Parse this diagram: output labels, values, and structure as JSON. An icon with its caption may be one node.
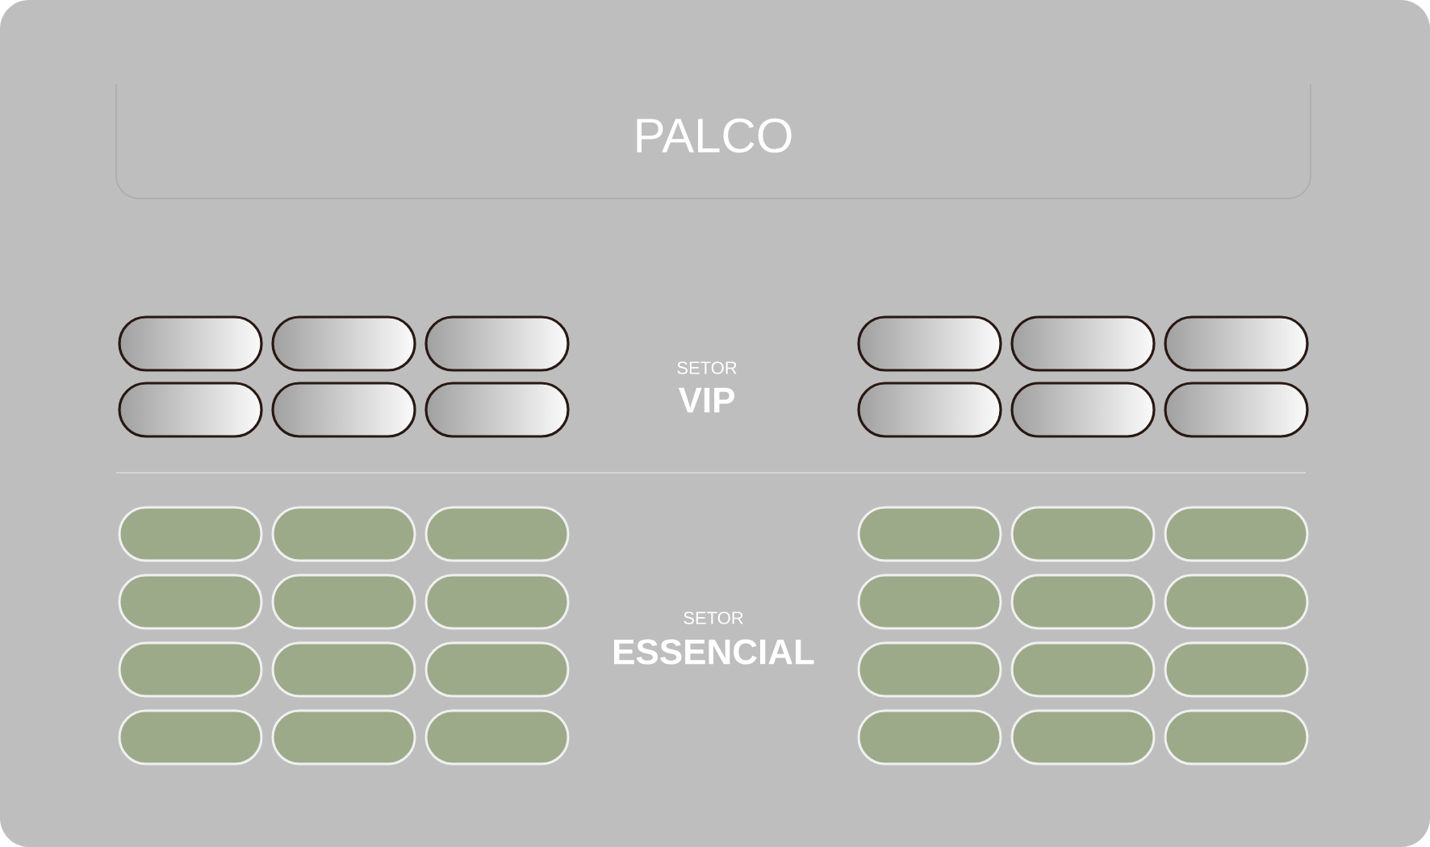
{
  "diagram": {
    "nodes": [
      {
        "text": [
          "PALCO"
        ]
      },
      {
        "text": [],
        "shape": "pill"
      },
      {
        "text": [],
        "shape": "pill"
      },
      {
        "text": [],
        "shape": "pill"
      },
      {
        "text": [],
        "shape": "pill"
      },
      {
        "text": [],
        "shape": "pill"
      },
      {
        "text": [],
        "shape": "pill"
      },
      {
        "text": [],
        "shape": "pill"
      },
      {
        "text": [],
        "shape": "pill"
      },
      {
        "text": [],
        "shape": "pill"
      },
      {
        "text": [],
        "shape": "pill"
      },
      {
        "text": [],
        "shape": "pill"
      },
      {
        "text": [],
        "shape": "pill"
      },
      {
        "text": [],
        "shape": "pill"
      },
      {
        "text": [],
        "shape": "pill"
      },
      {
        "text": [],
        "shape": "pill"
      },
      {
        "text": [],
        "shape": "pill"
      },
      {
        "text": [],
        "shape": "pill"
      },
      {
        "text": [],
        "shape": "pill"
      },
      {
        "text": [],
        "shape": "pill"
      },
      {
        "text": [],
        "shape": "pill"
      },
      {
        "text": [],
        "shape": "pill"
      },
      {
        "text": [],
        "shape": "pill"
      },
      {
        "text": [],
        "shape": "pill"
      },
      {
        "text": [],
        "shape": "pill"
      },
      {
        "text": [],
        "shape": "pill"
      },
      {
        "text": [],
        "shape": "pill"
      },
      {
        "text": [],
        "shape": "pill"
      },
      {
        "text": [],
        "shape": "pill"
      },
      {
        "text": [],
        "shape": "pill"
      },
      {
        "text": [],
        "shape": "pill"
      },
      {
        "text": [],
        "shape": "pill"
      },
      {
        "text": [],
        "shape": "pill"
      },
      {
        "text": [],
        "shape": "pill"
      },
      {
        "text": [],
        "shape": "pill"
      },
      {
        "text": [],
        "shape": "pill"
      },
      {
        "text": [],
        "shape": "pill"
      }
    ],
    "labels": [
      "SETOR",
      "VIP",
      "SETOR",
      "ESSENCIAL"
    ]
  }
}
